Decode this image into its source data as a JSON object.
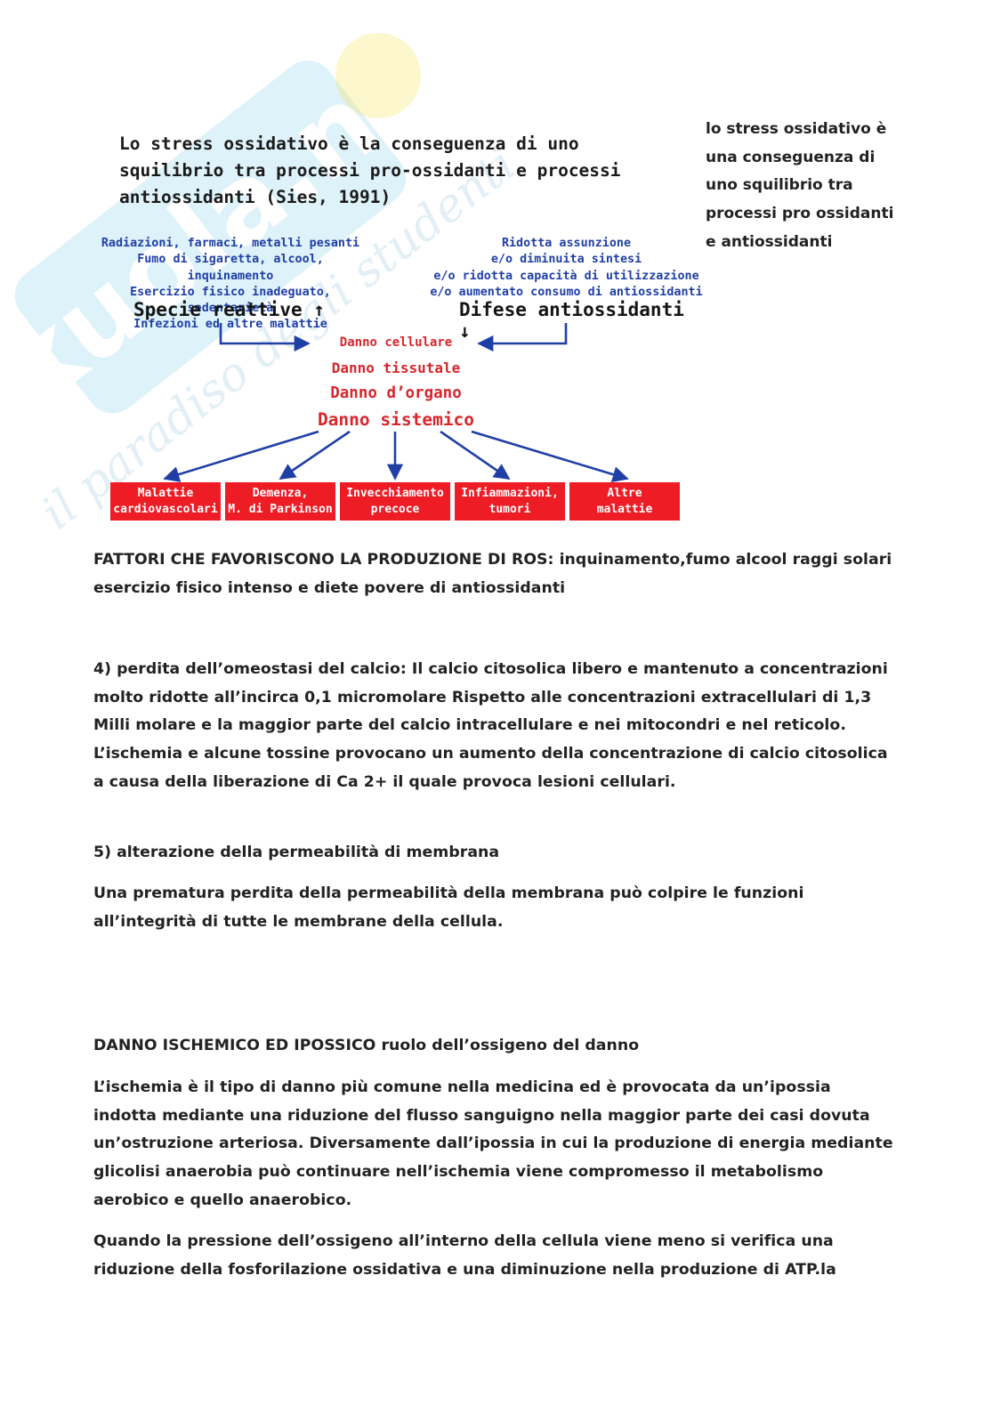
{
  "diagram": {
    "title": "Lo stress ossidativo è la conseguenza di uno squilibrio tra processi pro-ossidanti e processi antiossidanti (Sies, 1991)",
    "left_causes": [
      "Radiazioni, farmaci, metalli pesanti",
      "Fumo di sigaretta, alcool, inquinamento",
      "Esercizio fisico inadeguato, sedentarietà",
      "Infezioni ed altre malattie"
    ],
    "left_label": "Specie reattive ↑",
    "right_causes": [
      "Ridotta assunzione",
      "e/o diminuita sintesi",
      "e/o ridotta capacità di utilizzazione",
      "e/o aumentato consumo di antiossidanti"
    ],
    "right_label": "Difese antiossidanti ↓",
    "damage_levels": [
      "Danno cellulare",
      "Danno tissutale",
      "Danno d’organo",
      "Danno sistemico"
    ],
    "outcomes": [
      [
        "Malattie",
        "cardiovascolari"
      ],
      [
        "Demenza,",
        "M. di Parkinson"
      ],
      [
        "Invecchiamento",
        "precoce"
      ],
      [
        "Infiammazioni,",
        "tumori"
      ],
      [
        "Altre",
        "malattie"
      ]
    ],
    "colors": {
      "blue": "#1f3fa6",
      "red_text": "#d8262b",
      "red_box": "#ee1c24"
    }
  },
  "side_note": "lo stress ossidativo è una conseguenza di uno squilibrio tra processi pro ossidanti e antiossidanti",
  "paragraphs": {
    "ros_factors": "FATTORI CHE FAVORISCONO LA PRODUZIONE DI ROS: inquinamento,fumo alcool raggi solari esercizio fisico intenso e diete povere di antiossidanti",
    "calcium": "4) perdita dell’omeostasi del calcio: Il calcio citosolica libero e mantenuto a concentrazioni molto ridotte all’incirca 0,1 micromolare Rispetto alle concentrazioni extracellulari di 1,3 Milli molare e la maggior parte del calcio intracellulare e nei mitocondri e nel reticolo. L’ischemia e alcune tossine provocano un aumento della concentrazione di calcio citosolica a causa della liberazione di Ca 2+ il quale provoca lesioni cellulari.",
    "membrane_heading": "5) alterazione della permeabilità di membrana",
    "membrane": "Una prematura perdita della permeabilità della membrana può colpire le funzioni all’integrità di tutte le membrane della cellula.",
    "ischemic_heading": "DANNO ISCHEMICO ED IPOSSICO ruolo dell’ossigeno del danno",
    "ischemia": "L’ischemia è il tipo di danno più comune nella medicina ed è provocata da un’ipossia indotta mediante una riduzione del flusso sanguigno nella maggior parte dei casi dovuta un’ostruzione arteriosa. Diversamente dall’ipossia in cui la produzione di energia mediante glicolisi anaerobia può continuare nell’ischemia viene compromesso il metabolismo aerobico e quello anaerobico.",
    "oxygen": "Quando la pressione dell’ossigeno all’interno della cellula viene meno si verifica una riduzione della fosforilazione ossidativa e una diminuzione nella produzione di ATP.la"
  },
  "watermark": {
    "logo": "Skuola.net",
    "tagline": "il paradiso degli studenti"
  }
}
